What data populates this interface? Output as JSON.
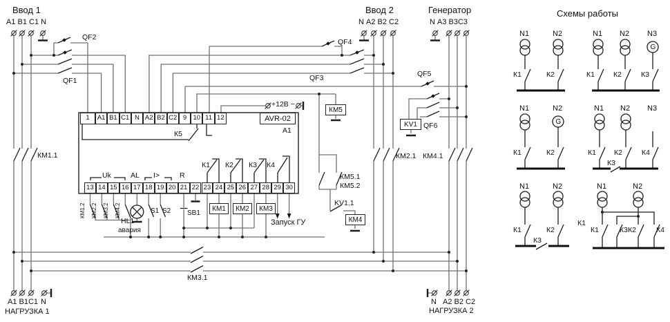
{
  "titles": {
    "input1": "Ввод 1",
    "input2": "Ввод 2",
    "generator": "Генератор",
    "schemes": "Схемы работы",
    "load1": "НАГРУЗКА 1",
    "load2": "НАГРУЗКА 2"
  },
  "io": {
    "input1_terms": "А1 В1 С1 N",
    "input2_terms": "N А2 В2 С2",
    "gen_terms": "N А3 В3С3",
    "load1_terms": "А1 В1С1",
    "load1_n": "N",
    "load2_n": "N",
    "load2_terms": "А2 В2 С2"
  },
  "breakers": {
    "qf1": "QF1",
    "qf2": "QF2",
    "qf3": "QF3",
    "qf4": "QF4",
    "qf5": "QF5",
    "qf6": "QF6"
  },
  "relays": {
    "km11": "КМ1.1",
    "km21": "КМ2.1",
    "km31": "КМ3.1",
    "km41": "КМ4.1",
    "km5": "КМ5",
    "km51": "КМ5.1",
    "km52": "КМ5.2",
    "kv1": "KV1",
    "kv11": "KV1.1",
    "km4": "КМ4",
    "km1": "КМ1",
    "km2": "КМ2",
    "km3": "КМ3"
  },
  "avr": {
    "name": "AVR-02",
    "ref": "A1",
    "k5": "К5",
    "k1": "К1",
    "k2": "К2",
    "k3": "К3",
    "k4": "К4",
    "plus12": "+12В −",
    "start": "Запуск ГУ",
    "uk": "Uk",
    "al": "AL",
    "igt": "I>",
    "r": "R",
    "hl1": "HL1",
    "alarm": "авария",
    "s1": "S1",
    "s2": "S2",
    "sb1": "SB1",
    "aux": [
      "КМ1.2",
      "КМ2.2",
      "КМ3.2",
      "КМ4.2"
    ],
    "top_terminals": [
      "1",
      "А1",
      "В1",
      "С1",
      "N",
      "А2",
      "В2",
      "С2",
      "9",
      "10",
      "11",
      "12"
    ],
    "bottom_terminals": [
      "13",
      "14",
      "15",
      "16",
      "17",
      "18",
      "19",
      "20",
      "21",
      "22",
      "23",
      "24",
      "25",
      "26",
      "27",
      "28",
      "29",
      "30"
    ]
  },
  "schemes": {
    "s1": {
      "n1": "N1",
      "n2": "N2",
      "k1": "К1",
      "k2": "К2"
    },
    "s2": {
      "n1": "N1",
      "n2": "N2",
      "n3": "N3",
      "k1": "К1",
      "k2": "К2",
      "k3": "К3",
      "g": "G"
    },
    "s3": {
      "n1": "N1",
      "n2": "N2",
      "k1": "К1",
      "k2": "К2",
      "g": "G"
    },
    "s4": {
      "n1": "N1",
      "n2": "N2",
      "n3": "N3",
      "k1": "К1",
      "k2": "К2",
      "k3": "К3",
      "k4": "К4"
    },
    "s5": {
      "n1": "N1",
      "n2": "N2",
      "k1": "К1",
      "k2": "К2",
      "k3": "К3"
    },
    "s6": {
      "n1": "N1",
      "n2": "N2",
      "k1": "К1",
      "k2": "К2",
      "k3": "К3",
      "k4": "К4"
    },
    "k1_note": "К1"
  }
}
